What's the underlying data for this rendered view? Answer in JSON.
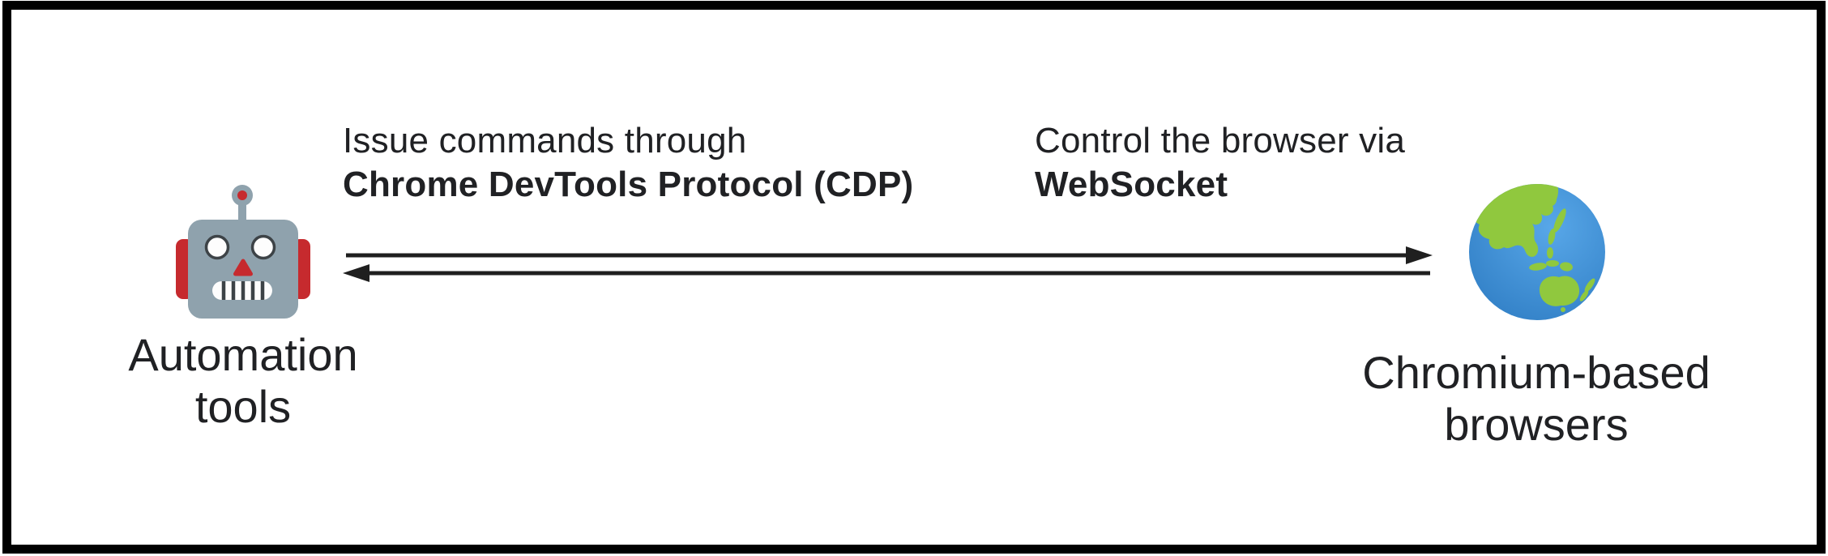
{
  "diagram": {
    "left_annotation": {
      "line1": "Issue commands through",
      "line2": "Chrome DevTools Protocol (CDP)"
    },
    "right_annotation": {
      "line1": "Control the browser via",
      "line2": "WebSocket"
    },
    "left_node": {
      "icon": "robot-emoji",
      "label_line1": "Automation",
      "label_line2": "tools"
    },
    "right_node": {
      "icon": "globe-asia-australia-emoji",
      "label_line1": "Chromium-based",
      "label_line2": "browsers"
    },
    "colors": {
      "text": "#202124",
      "frame_border": "#000000",
      "arrow": "#1f1f1f",
      "robot_head_gray": "#8fa2ad",
      "robot_red": "#c62a2e",
      "robot_face_dark": "#3d4347",
      "robot_white": "#fdfdfd",
      "ocean_light": "#58a7e8",
      "ocean_dark": "#2e7cc3",
      "land_green": "#90c83e"
    }
  }
}
